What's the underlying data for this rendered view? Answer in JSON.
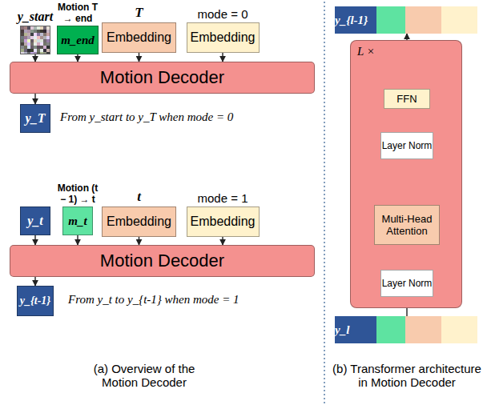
{
  "diagram": {
    "nodes": [
      {
        "text": [
          "y_start"
        ]
      },
      {
        "text": [
          "Motion T → end",
          "m_end"
        ]
      },
      {
        "text": [
          "T",
          "Embedding"
        ]
      },
      {
        "text": [
          "mode = 0",
          "Embedding"
        ]
      },
      {
        "text": [
          "Motion Decoder"
        ]
      },
      {
        "text": [
          "y_T"
        ]
      },
      {
        "text": [
          "y_t"
        ]
      },
      {
        "text": [
          "Motion (t − 1) → t",
          "m_t"
        ]
      },
      {
        "text": [
          "t",
          "Embedding"
        ]
      },
      {
        "text": [
          "mode = 1",
          "Embedding"
        ]
      },
      {
        "text": [
          "Motion Decoder"
        ]
      },
      {
        "text": [
          "y_{t-1}"
        ]
      },
      {
        "text": [
          "y_{l-1}"
        ]
      },
      {
        "text": [
          "L ×"
        ]
      },
      {
        "text": [
          "FFN"
        ],
        "in": 13
      },
      {
        "text": [
          "Layer Norm"
        ],
        "in": 13
      },
      {
        "text": [
          "Multi-Head Attention"
        ],
        "in": 13
      },
      {
        "text": [
          "Layer Norm"
        ],
        "in": 13
      },
      {
        "text": [
          "y_l"
        ]
      }
    ],
    "edges": [
      {
        "from": 0,
        "to": 4,
        "arrow": "to"
      },
      {
        "from": 1,
        "to": 4,
        "arrow": "to"
      },
      {
        "from": 2,
        "to": 4,
        "arrow": "to"
      },
      {
        "from": 3,
        "to": 4,
        "arrow": "to"
      },
      {
        "from": 4,
        "to": 5,
        "arrow": "to"
      },
      {
        "from": 6,
        "to": 10,
        "arrow": "to"
      },
      {
        "from": 7,
        "to": 10,
        "arrow": "to"
      },
      {
        "from": 8,
        "to": 10,
        "arrow": "to"
      },
      {
        "from": 9,
        "to": 10,
        "arrow": "to"
      },
      {
        "from": 10,
        "to": 11,
        "arrow": "to"
      },
      {
        "from": 18,
        "to": 17,
        "arrow": "to"
      },
      {
        "from": 17,
        "to": 16,
        "arrow": "to"
      },
      {
        "from": 16,
        "to": 15,
        "arrow": "to"
      },
      {
        "from": 15,
        "to": 14,
        "arrow": "to"
      },
      {
        "from": 14,
        "to": 12,
        "arrow": "to"
      }
    ],
    "labels": [
      "From y_start to y_T when mode = 0",
      "From y_t to y_{t-1} when mode = 1",
      "(a) Overview of the Motion Decoder",
      "(b) Transformer architecture in Motion Decoder"
    ]
  }
}
